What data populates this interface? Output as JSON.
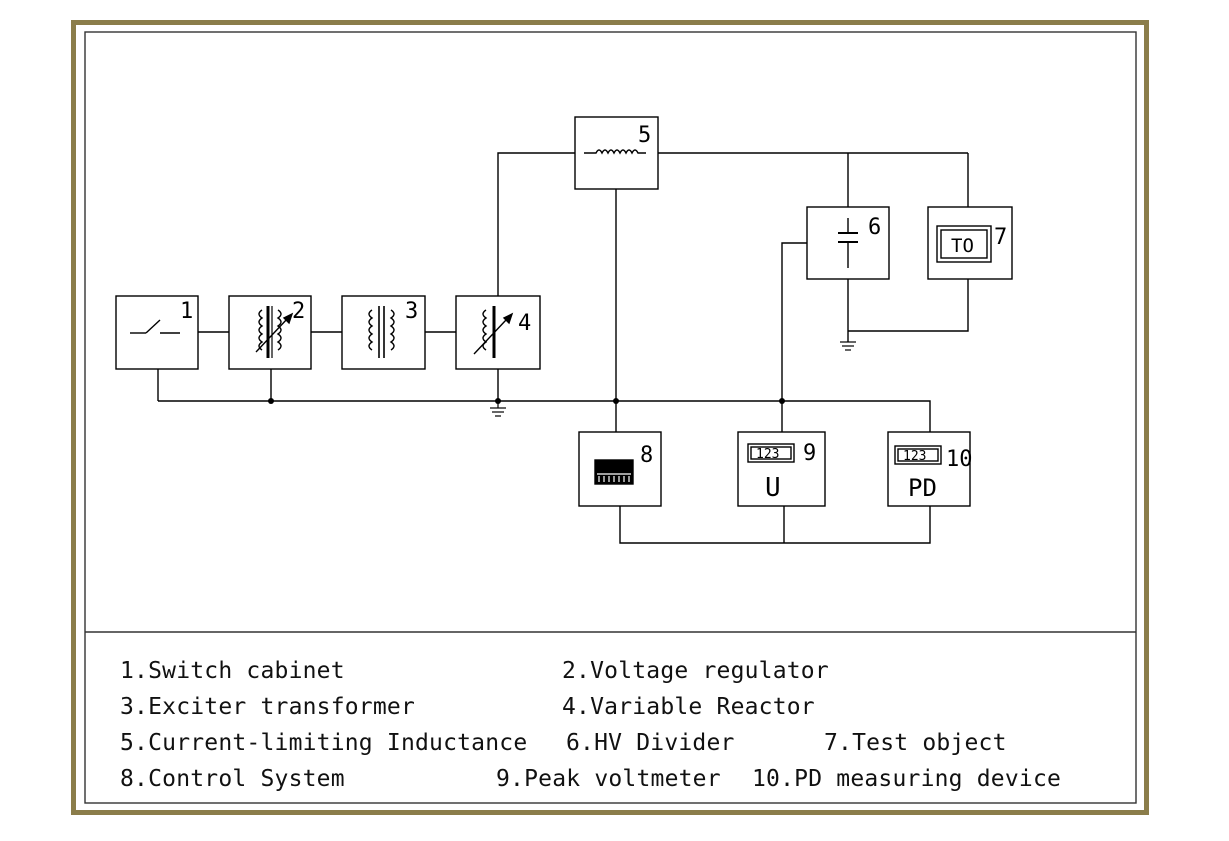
{
  "frame_color": "#8b7d4a",
  "components": {
    "c1": {
      "num": "1"
    },
    "c2": {
      "num": "2"
    },
    "c3": {
      "num": "3"
    },
    "c4": {
      "num": "4"
    },
    "c5": {
      "num": "5"
    },
    "c6": {
      "num": "6"
    },
    "c7": {
      "num": "7",
      "inner": "TO"
    },
    "c8": {
      "num": "8"
    },
    "c9": {
      "num": "9",
      "display": "123",
      "symbol": "U"
    },
    "c10": {
      "num": "10",
      "display": "123",
      "symbol": "PD"
    }
  },
  "legend": [
    "1.Switch cabinet",
    "2.Voltage regulator",
    "3.Exciter transformer",
    "4.Variable Reactor",
    "5.Current-limiting Inductance",
    "6.HV Divider",
    "7.Test object",
    "8.Control System",
    "9.Peak voltmeter",
    "10.PD measuring device"
  ]
}
